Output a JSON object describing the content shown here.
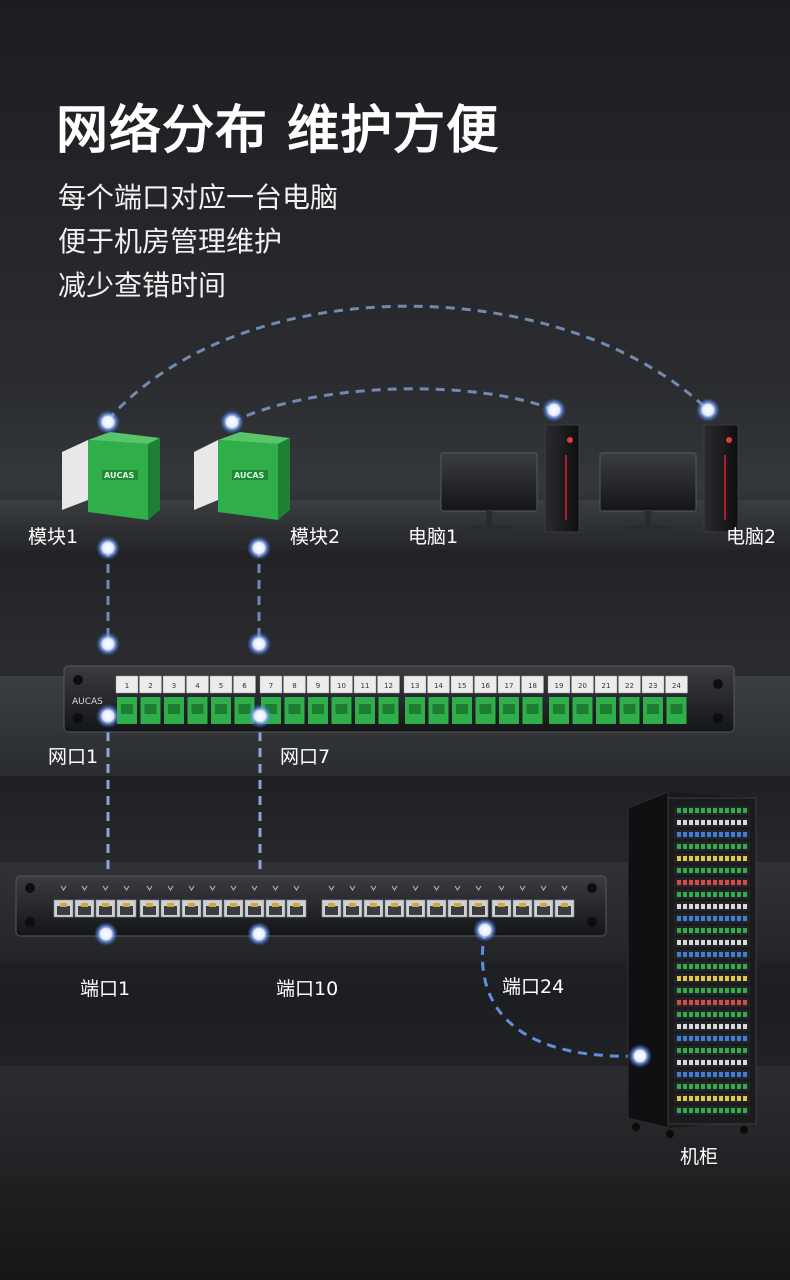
{
  "headline": "网络分布 维护方便",
  "bullets": [
    "每个端口对应一台电脑",
    "便于机房管理维护",
    "减少查错时间"
  ],
  "labels": {
    "module1": "模块1",
    "module2": "模块2",
    "pc1": "电脑1",
    "pc2": "电脑2",
    "port_net1": "网口1",
    "port_net7": "网口7",
    "port1": "端口1",
    "port10": "端口10",
    "port24": "端口24",
    "cabinet": "机柜"
  },
  "brand": "AUCAS",
  "patch_panel_numbers": [
    "1",
    "2",
    "3",
    "4",
    "5",
    "6",
    "7",
    "8",
    "9",
    "10",
    "11",
    "12",
    "13",
    "14",
    "15",
    "16",
    "17",
    "18",
    "19",
    "20",
    "21",
    "22",
    "23",
    "24"
  ],
  "colors": {
    "keystone_green": "#2fae4a",
    "glow": "#9fc3ff",
    "dashed_line": "#6f8fb8"
  }
}
